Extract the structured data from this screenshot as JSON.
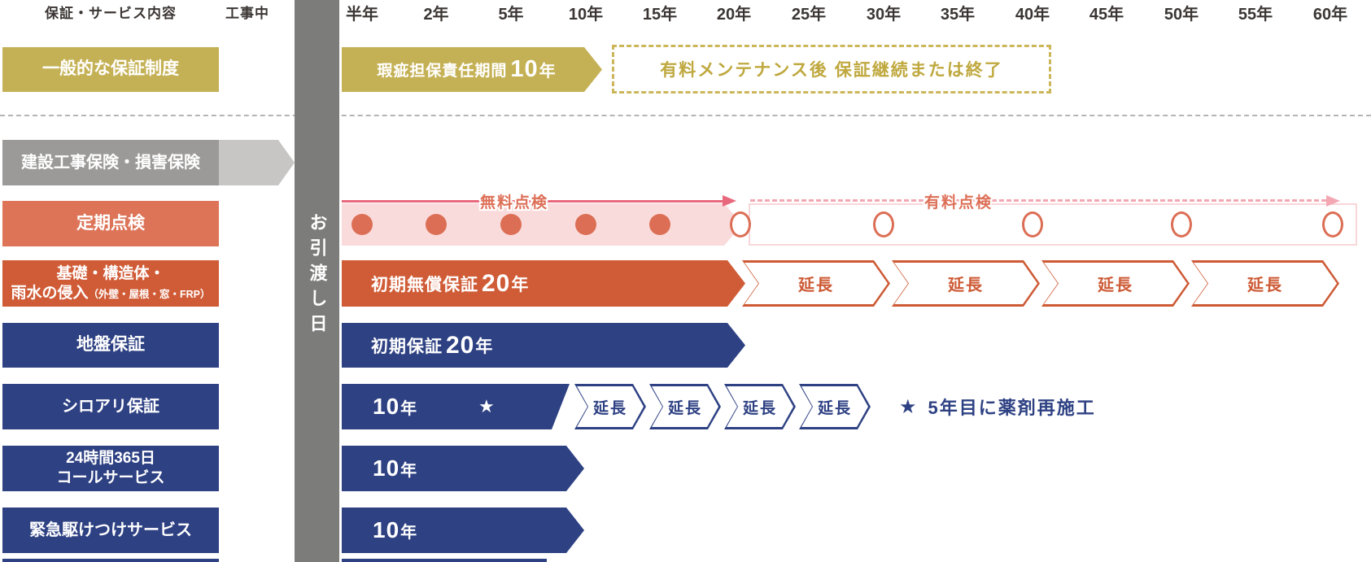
{
  "header": {
    "left_title": "保証・サービス内容",
    "construction": "工事中",
    "years": [
      "半年",
      "2年",
      "5年",
      "10年",
      "15年",
      "20年",
      "25年",
      "30年",
      "35年",
      "40年",
      "45年",
      "50年",
      "55年",
      "60年"
    ]
  },
  "handover": {
    "label": "お引渡し日"
  },
  "rows": {
    "general": {
      "label": "一般的な保証制度",
      "bar_prefix": "瑕疵担保責任期間",
      "bar_num": "10",
      "bar_unit": "年",
      "after_box": "有料メンテナンス後 保証継続または終了"
    },
    "insurance": {
      "label": "建設工事保険・損害保険"
    },
    "inspection": {
      "label": "定期点検",
      "free": "無料点検",
      "paid": "有料点検"
    },
    "structure": {
      "label_line1": "基礎・構造体・",
      "label_line2": "雨水の侵入",
      "label_note": "（外壁・屋根・窓・FRP）",
      "bar_prefix": "初期無償保証",
      "bar_num": "20",
      "bar_unit": "年",
      "ext": [
        "延長",
        "延長",
        "延長",
        "延長"
      ]
    },
    "ground": {
      "label": "地盤保証",
      "bar_prefix": "初期保証",
      "bar_num": "20",
      "bar_unit": "年"
    },
    "termite": {
      "label": "シロアリ保証",
      "bar_num": "10",
      "bar_unit": "年",
      "star": "★",
      "ext": [
        "延長",
        "延長",
        "延長",
        "延長"
      ],
      "note_star": "★",
      "note": "5年目に薬剤再施工"
    },
    "call": {
      "label_line1": "24時間365日",
      "label_line2": "コールサービス",
      "bar_num": "10",
      "bar_unit": "年"
    },
    "emergency": {
      "label": "緊急駆けつけサービス",
      "bar_num": "10",
      "bar_unit": "年"
    }
  },
  "colors": {
    "gold": "#c5b155",
    "gold_text": "#bfa83e",
    "navy": "#2e4183",
    "orange": "#d05c37",
    "salmon_label": "#dd7458",
    "dot_salmon": "#dc6e55",
    "pink_line": "#e8697d",
    "pink_band": "#fadbdb",
    "pink_dashed": "#f3a7b3",
    "gray_bar": "#7c7c7b",
    "gray_label": "#9b9a99",
    "gray_arrow": "#c7c6c5",
    "header_text": "#3b3633"
  }
}
